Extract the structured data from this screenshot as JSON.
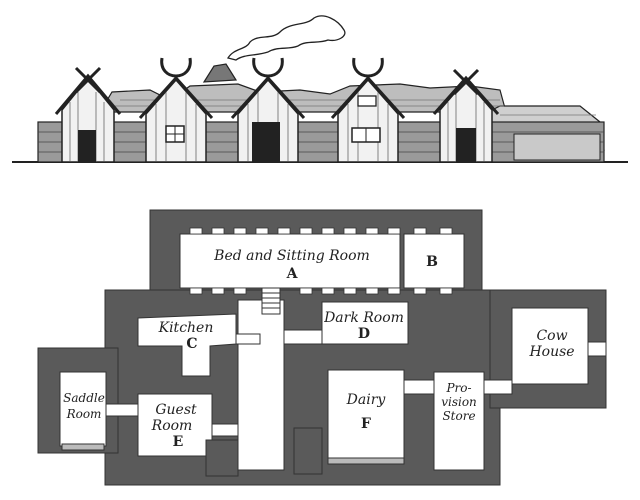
{
  "title": "",
  "elevation": {
    "description_icon": "farmhouse-elevation-illustration"
  },
  "rooms": {
    "bed_sitting": {
      "label": "Bed and Sitting Room",
      "letter": "A"
    },
    "b_room": {
      "letter": "B"
    },
    "kitchen": {
      "label": "Kitchen",
      "letter": "C"
    },
    "dark_room": {
      "label": "Dark Room",
      "letter": "D"
    },
    "guest_room": {
      "label_1": "Guest",
      "label_2": "Room",
      "letter": "E"
    },
    "dairy": {
      "label": "Dairy",
      "letter": "F"
    },
    "saddle_room": {
      "label_1": "Saddle",
      "label_2": "Room"
    },
    "provision_store": {
      "label_1": "Pro-",
      "label_2": "vision",
      "label_3": "Store"
    },
    "cow_house": {
      "label_1": "Cow",
      "label_2": "House"
    }
  },
  "colors": {
    "wall": "#5a5a5a",
    "floor": "#ffffff",
    "ink": "#222222"
  }
}
